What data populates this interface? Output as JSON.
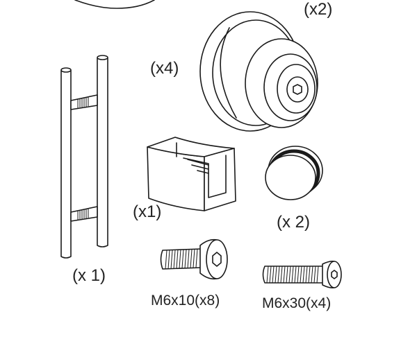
{
  "parts": {
    "top_count": "(x2)",
    "roller_count": "(x4)",
    "handle_count": "(x 1)",
    "guide_count": "(x1)",
    "cap_count": "(x 2)",
    "screw_short": "M6x10(x8)",
    "screw_long": "M6x30(x4)"
  }
}
